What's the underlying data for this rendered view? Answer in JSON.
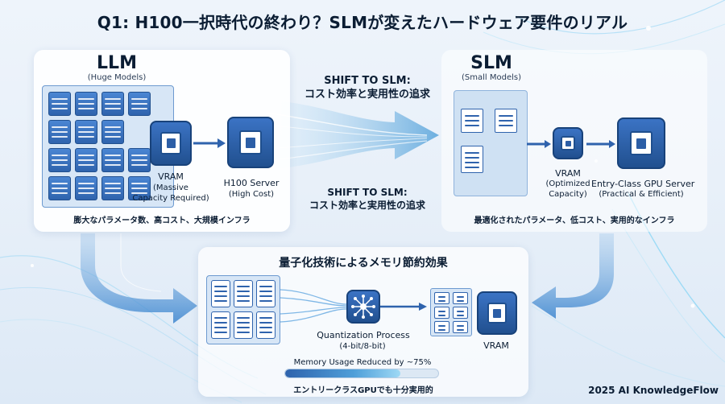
{
  "title": "Q1: H100一択時代の終わり？SLMが変えたハードウェア要件のリアル",
  "llm": {
    "title": "LLM",
    "subtitle": "(Huge Models)",
    "vram_label": "VRAM",
    "vram_note_1": "(Massive",
    "vram_note_2": "Capacity Required)",
    "server_label": "H100 Server",
    "server_note": "(High Cost)",
    "caption": "膨大なパラメータ数、高コスト、大規模インフラ"
  },
  "shift": {
    "top_line1": "SHIFT TO SLM:",
    "top_line2": "コスト効率と実用性の追求",
    "bottom_line1": "SHIFT TO SLM:",
    "bottom_line2": "コスト効率と実用性の追求"
  },
  "slm": {
    "title": "SLM",
    "subtitle": "(Small Models)",
    "vram_label": "VRAM",
    "vram_note_1": "(Optimized",
    "vram_note_2": "Capacity)",
    "server_label": "Entry-Class GPU Server",
    "server_note": "(Practical & Efficient)",
    "caption": "最適化されたパラメータ、低コスト、実用的なインフラ"
  },
  "quant": {
    "title": "量子化技術によるメモリ節約効果",
    "process_label": "Quantization Process",
    "process_note": "(4-bit/8-bit)",
    "vram_label": "VRAM",
    "memory_label": "Memory Usage Reduced by ~75%",
    "memory_reduction": 0.75,
    "caption": "エントリークラスGPUでも十分実用的"
  },
  "footer": "2025 AI KnowledgeFlow",
  "colors": {
    "primary_blue": "#2f63ad",
    "dark_navy": "#0b1d33",
    "flow_cyan": "#7fd3f5"
  },
  "icons": [
    "chip-icon",
    "document-icon",
    "network-hub-icon",
    "arrow-icon"
  ]
}
